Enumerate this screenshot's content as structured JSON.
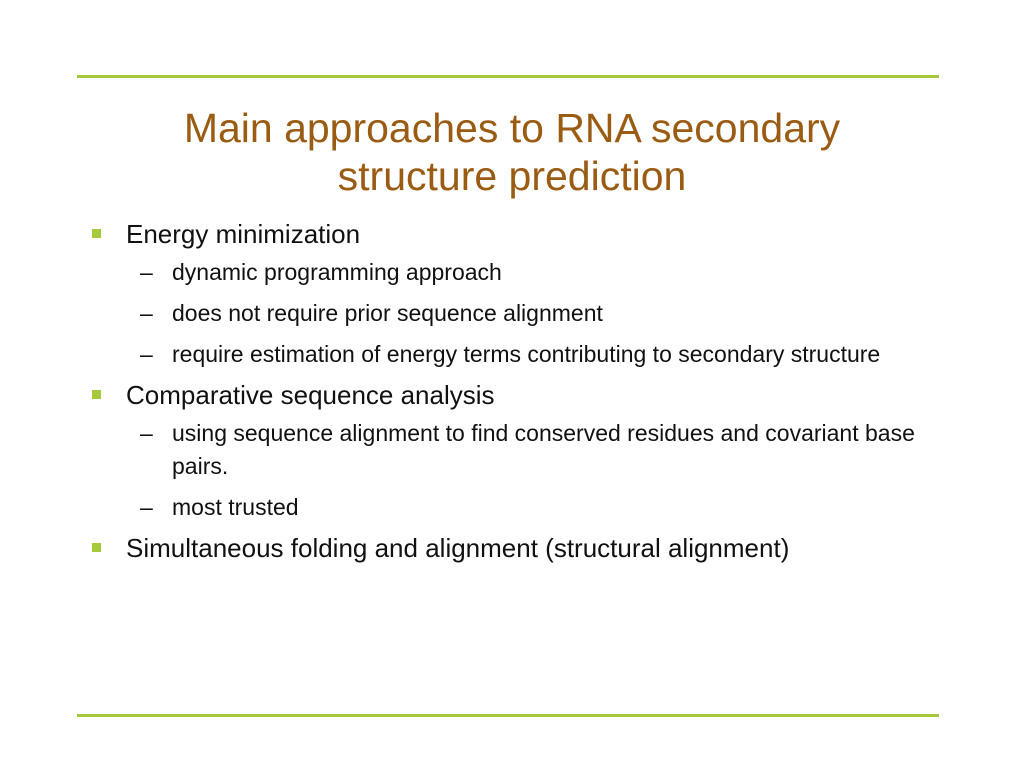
{
  "slide": {
    "accent_color": "#a5c93a",
    "title_color": "#9a5b13",
    "title_lines": [
      "Main approaches to RNA secondary",
      "structure prediction"
    ],
    "sub_marker": "–",
    "bullets": [
      {
        "text": "Energy minimization",
        "sub": [
          "dynamic programming approach",
          "does not require prior sequence alignment",
          "require estimation of energy terms contributing to secondary structure"
        ]
      },
      {
        "text": "Comparative sequence analysis",
        "sub": [
          "using sequence alignment to find conserved residues and covariant base pairs.",
          "most trusted"
        ]
      },
      {
        "text": "Simultaneous folding and alignment (structural alignment)",
        "sub": []
      }
    ]
  }
}
